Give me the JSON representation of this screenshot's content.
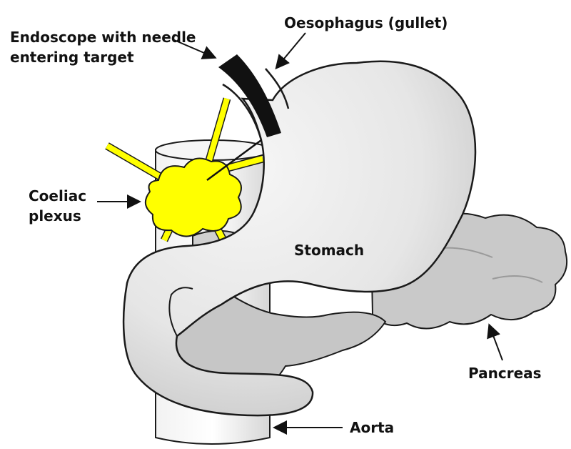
{
  "labels": {
    "endoscope": [
      "Endoscope with needle",
      "entering target"
    ],
    "oesophagus": "Oesophagus (gullet)",
    "coeliac": [
      "Coeliac",
      "plexus"
    ],
    "stomach": "Stomach",
    "pancreas": "Pancreas",
    "aorta": "Aorta"
  },
  "colors": {
    "stomach_light": "#f4f4f4",
    "stomach_dark": "#c8c8c8",
    "pancreas": "#c9c9c9",
    "plexus": "#ffff00",
    "endoscope": "#111111",
    "outline": "#1a1a1a"
  }
}
